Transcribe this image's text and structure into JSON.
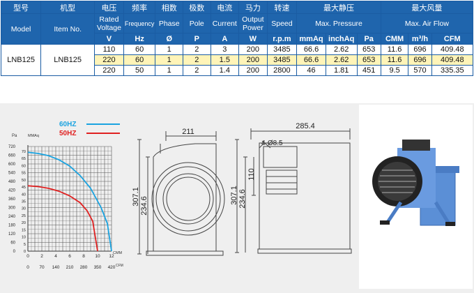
{
  "table": {
    "header_zh": [
      "型号",
      "机型",
      "电压",
      "频率",
      "相数",
      "极数",
      "电流",
      "马力",
      "转速",
      "最大静压",
      "最大风量"
    ],
    "header_en": [
      "Model",
      "Item No.",
      "Rated Voltage",
      "Frequency",
      "Phase",
      "Pole",
      "Current",
      "Output Power",
      "Speed",
      "Max. Pressure",
      "Max. Air Flow"
    ],
    "header_sym": [
      "V",
      "Hz",
      "Ø",
      "P",
      "A",
      "W",
      "r.p.m",
      "mmAq",
      "inchAq",
      "Pa",
      "CMM",
      "m³/h",
      "CFM"
    ],
    "model": "LNB125",
    "item_no": "LNB125",
    "rows": [
      [
        "110",
        "60",
        "1",
        "2",
        "3",
        "200",
        "3485",
        "66.6",
        "2.62",
        "653",
        "11.6",
        "696",
        "409.48"
      ],
      [
        "220",
        "60",
        "1",
        "2",
        "1.5",
        "200",
        "3485",
        "66.6",
        "2.62",
        "653",
        "11.6",
        "696",
        "409.48"
      ],
      [
        "220",
        "50",
        "1",
        "2",
        "1.4",
        "200",
        "2800",
        "46",
        "1.81",
        "451",
        "9.5",
        "570",
        "335.35"
      ]
    ],
    "highlight_color": "#fff4b8",
    "header_color": "#1f65ad"
  },
  "chart_data": {
    "type": "line",
    "series": [
      {
        "name": "60HZ",
        "color": "#1aa3e0",
        "points": [
          [
            0,
            680
          ],
          [
            1.5,
            672
          ],
          [
            3,
            656
          ],
          [
            4.5,
            628
          ],
          [
            6,
            585
          ],
          [
            7.5,
            520
          ],
          [
            9,
            432
          ],
          [
            10.5,
            300
          ],
          [
            11.4,
            190
          ],
          [
            12,
            0
          ]
        ]
      },
      {
        "name": "50HZ",
        "color": "#e02020",
        "points": [
          [
            0,
            450
          ],
          [
            1.5,
            444
          ],
          [
            3,
            432
          ],
          [
            4.5,
            412
          ],
          [
            6,
            380
          ],
          [
            7.5,
            333
          ],
          [
            8.5,
            278
          ],
          [
            9.3,
            206
          ],
          [
            10,
            0
          ]
        ]
      }
    ],
    "xlabel": "CMM",
    "ylabel_left": "Pa",
    "ylabel_right": "MMAq",
    "x_ticks": [
      "0",
      "2",
      "4",
      "6",
      "8",
      "10",
      "12"
    ],
    "x2_ticks": [
      "0",
      "70",
      "140",
      "210",
      "280",
      "350",
      "420"
    ],
    "x2_label": "CFM",
    "y_ticks_pa": [
      "0",
      "60",
      "120",
      "180",
      "240",
      "300",
      "360",
      "420",
      "480",
      "540",
      "600",
      "660",
      "720"
    ],
    "y_ticks_mmaq": [
      "0",
      "5",
      "10",
      "15",
      "20",
      "25",
      "30",
      "35",
      "40",
      "45",
      "50",
      "55",
      "60",
      "65",
      "70"
    ],
    "xlim": [
      0,
      12
    ],
    "ylim": [
      0,
      720
    ],
    "grid": true,
    "legend_position": "top-right"
  },
  "drawing": {
    "dim_width": "211",
    "dim_height_outer": "307.1",
    "dim_height_inner": "234.6",
    "side_width": "285.4",
    "side_holes": "4-Ø8.5",
    "side_h1": "110",
    "side_h2": "234.6",
    "side_h3": "307.1"
  },
  "photo": {
    "body_color": "#5b8fd6"
  }
}
